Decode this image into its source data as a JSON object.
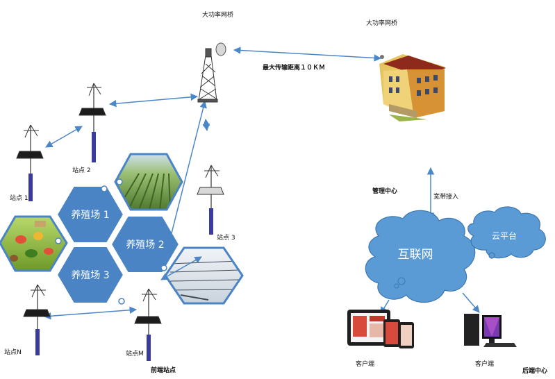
{
  "labels": {
    "bridge_left": "大功率网桥",
    "bridge_right": "大功率网桥",
    "max_distance": "最大传输距离１０ＫＭ",
    "station_1": "站点 1",
    "station_2": "站点 2",
    "station_3": "站点 3",
    "station_n": "站点N",
    "station_m": "站点M",
    "frontend": "前端站点",
    "management": "管理中心",
    "broadband": "宽带接入",
    "backend": "后端中心",
    "client_left": "客户端",
    "client_right": "客户端"
  },
  "hexagons": {
    "farm_1": "养殖场 1",
    "farm_2": "养殖场 2",
    "farm_3": "养殖场 3"
  },
  "clouds": {
    "internet": "互联网",
    "cloud_platform": "云平台"
  },
  "colors": {
    "hex_blue": "#4a84c4",
    "cloud_blue": "#5b9bd5",
    "arrow_blue": "#4a86c8"
  }
}
